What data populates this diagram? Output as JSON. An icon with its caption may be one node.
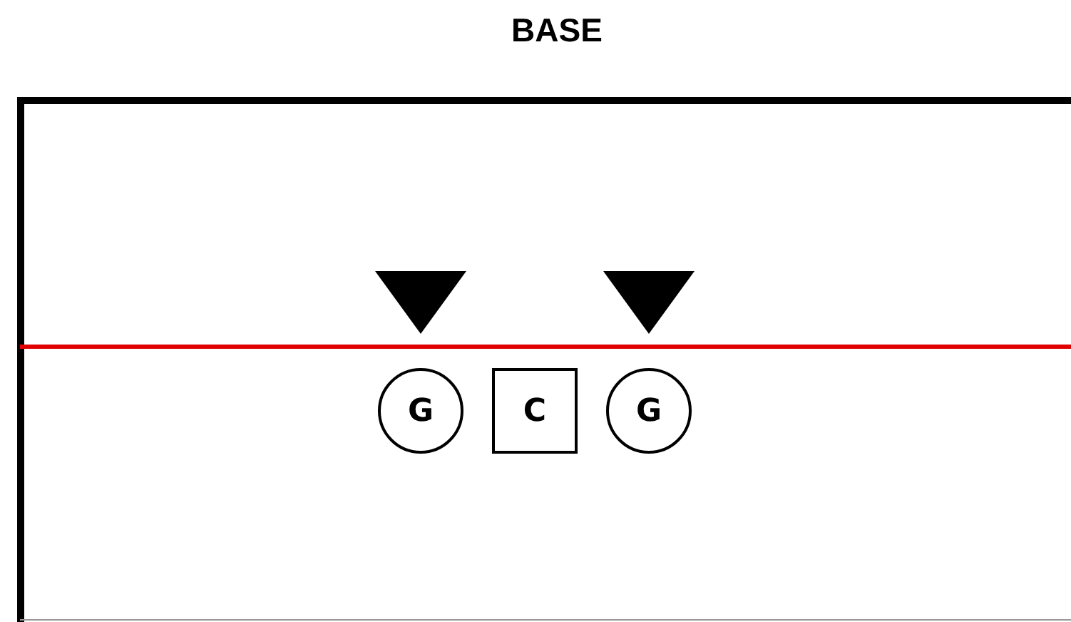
{
  "diagram": {
    "title": "BASE",
    "nodes": [
      {
        "text": [],
        "shape": "triangle"
      },
      {
        "text": [],
        "shape": "triangle"
      },
      {
        "text": [
          "G"
        ]
      },
      {
        "text": [
          "C"
        ]
      },
      {
        "text": [
          "G"
        ]
      }
    ],
    "edges": []
  }
}
